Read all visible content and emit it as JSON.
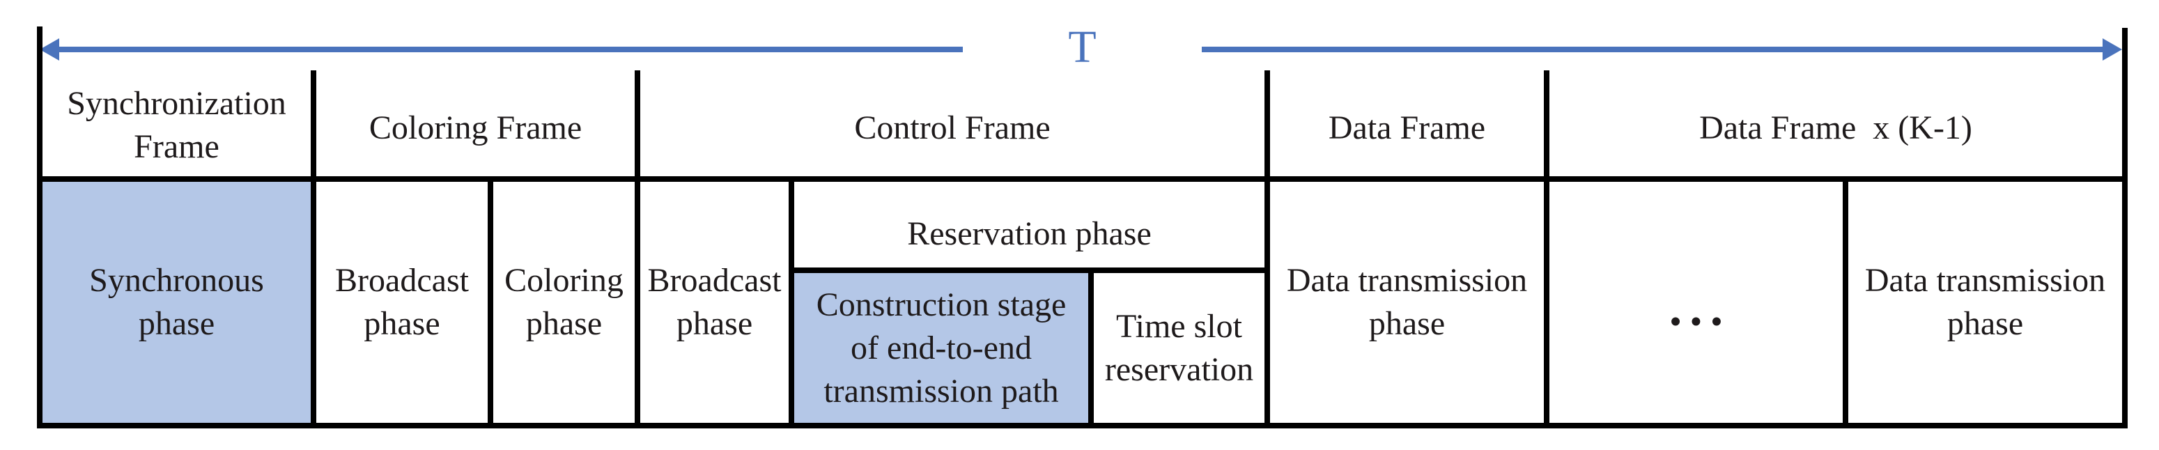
{
  "timeline": {
    "period_label": "T"
  },
  "header": {
    "sync": "Synchronization\nFrame",
    "coloring": "Coloring Frame",
    "control": "Control Frame",
    "data": "Data Frame",
    "data_repeat": "Data Frame  x (K-1)"
  },
  "phases": {
    "synchronous": "Synchronous\nphase",
    "coloring_broadcast": "Broadcast\nphase",
    "coloring_phase": "Coloring\nphase",
    "control_broadcast": "Broadcast\nphase",
    "reservation": "Reservation phase",
    "construction": "Construction stage\nof end-to-end\ntransmission path",
    "timeslot": "Time slot\nreservation",
    "data_transmission": "Data transmission\nphase",
    "ellipsis": "•••",
    "data_transmission_repeat": "Data transmission\nphase"
  },
  "colors": {
    "highlight_fill": "#b4c7e7",
    "arrow_blue": "#4a73bc",
    "grid_line": "#000000",
    "text": "#1e1a1b"
  }
}
